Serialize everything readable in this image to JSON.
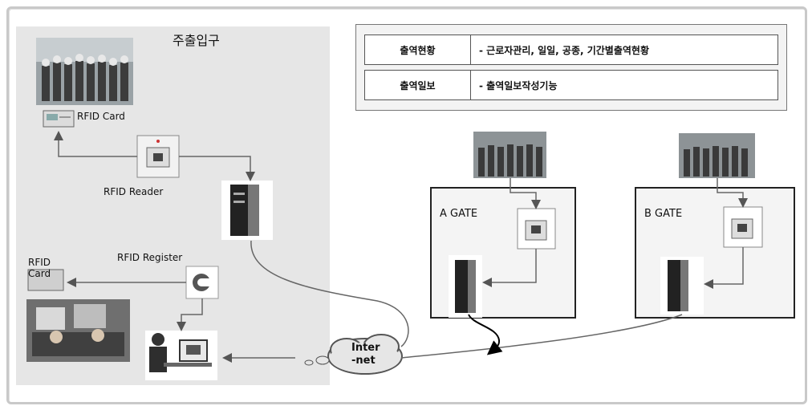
{
  "diagram": {
    "entry_area_title": "주출입구",
    "rfid_card_label": "RFID Card",
    "rfid_reader_label": "RFID Reader",
    "rfid_register_label": "RFID Register",
    "rfid_card_label_2": "RFID\nCard",
    "gate_a_label": "A GATE",
    "gate_b_label": "B GATE",
    "cloud_label": "Inter\n-net"
  },
  "legend": {
    "rows": [
      {
        "key": "출역현황",
        "value": "- 근로자관리, 일일, 공종, 기간별출역현황"
      },
      {
        "key": "출역일보",
        "value": "- 출역일보작성기능"
      }
    ]
  },
  "colors": {
    "panel": "#e6e6e6",
    "line": "#555555",
    "frame": "#c9c9c9"
  }
}
